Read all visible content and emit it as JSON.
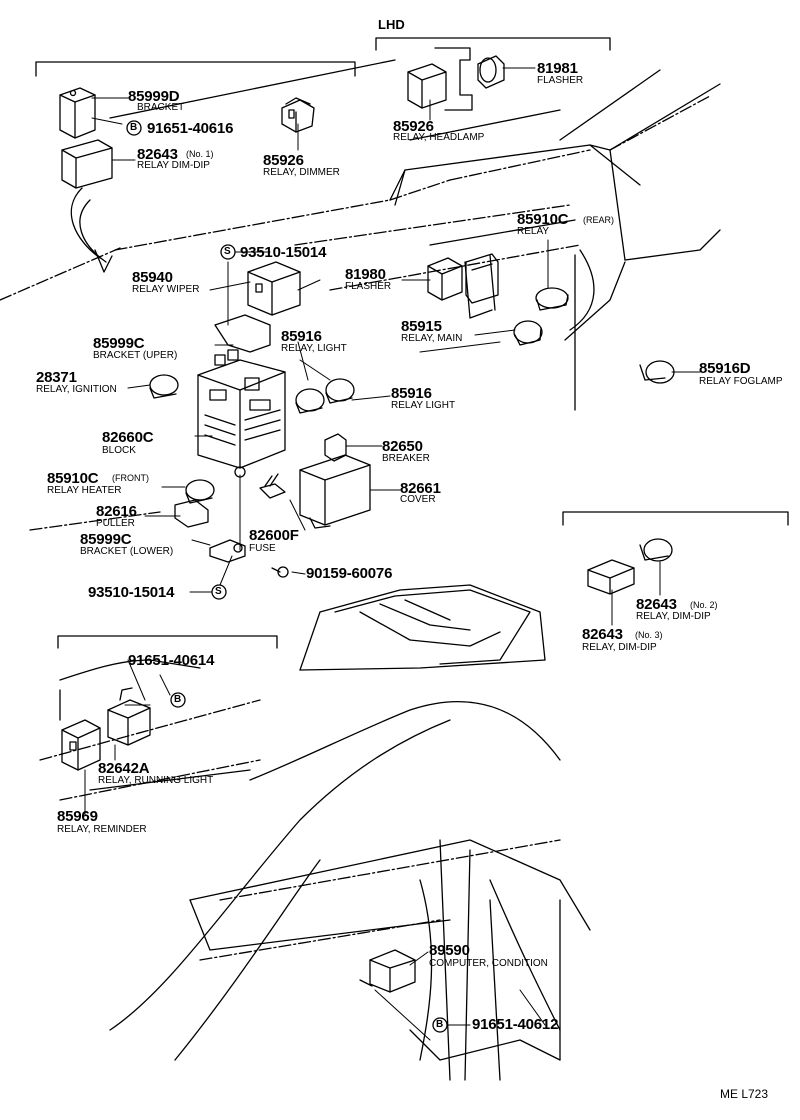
{
  "section_titles": {
    "lhd": "LHD"
  },
  "parts": [
    {
      "num": "85999D",
      "desc": "BRACKET"
    },
    {
      "num": "91651-40616",
      "desc": ""
    },
    {
      "num": "82643",
      "suffix": "(No. 1)",
      "desc": "RELAY DIM-DIP"
    },
    {
      "num": "85926",
      "desc": "RELAY, DIMMER"
    },
    {
      "num": "81981",
      "desc": "FLASHER"
    },
    {
      "num": "85926",
      "desc": "RELAY, HEADLAMP"
    },
    {
      "num": "85910C",
      "suffix": "(REAR)",
      "desc": "RELAY"
    },
    {
      "num": "93510-15014",
      "desc": ""
    },
    {
      "num": "85940",
      "desc": "RELAY WIPER"
    },
    {
      "num": "81980",
      "desc": "FLASHER"
    },
    {
      "num": "85999C",
      "desc": "BRACKET (UPER)"
    },
    {
      "num": "85916",
      "desc": "RELAY, LIGHT"
    },
    {
      "num": "85915",
      "desc": "RELAY, MAIN"
    },
    {
      "num": "28371",
      "desc": "RELAY, IGNITION"
    },
    {
      "num": "85916",
      "desc": "RELAY LIGHT"
    },
    {
      "num": "85916D",
      "desc": "RELAY FOGLAMP"
    },
    {
      "num": "82660C",
      "desc": "BLOCK"
    },
    {
      "num": "82650",
      "desc": "BREAKER"
    },
    {
      "num": "85910C",
      "suffix": "(FRONT)",
      "desc": "RELAY HEATER"
    },
    {
      "num": "82661",
      "desc": "COVER"
    },
    {
      "num": "82616",
      "desc": "PULLER"
    },
    {
      "num": "82600F",
      "desc": "FUSE"
    },
    {
      "num": "85999C",
      "desc": "BRACKET (LOWER)"
    },
    {
      "num": "90159-60076",
      "desc": ""
    },
    {
      "num": "93510-15014",
      "desc": ""
    },
    {
      "num": "82643",
      "suffix": "(No. 2)",
      "desc": "RELAY, DIM-DIP"
    },
    {
      "num": "82643",
      "suffix": "(No. 3)",
      "desc": "RELAY, DIM-DIP"
    },
    {
      "num": "91651-40614",
      "desc": ""
    },
    {
      "num": "82642A",
      "desc": "RELAY, RUNNING LIGHT"
    },
    {
      "num": "85969",
      "desc": "RELAY, REMINDER"
    },
    {
      "num": "89590",
      "desc": "COMPUTER, CONDITION"
    },
    {
      "num": "91651-40612",
      "desc": ""
    }
  ],
  "markers": {
    "s": "S",
    "b": "B"
  },
  "diagram_code": "ME L723"
}
